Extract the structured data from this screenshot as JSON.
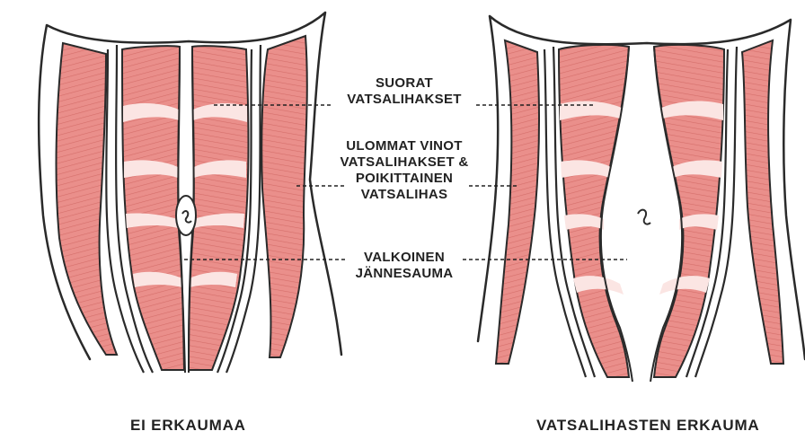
{
  "labels": {
    "rectus": [
      "SUORAT",
      "VATSALIHAKSET"
    ],
    "obliques": [
      "ULOMMAT VINOT",
      "VATSALIHAKSET &",
      "POIKITTAINEN",
      "VATSALIHAS"
    ],
    "linea_alba": [
      "VALKOINEN",
      "JÄNNESAUMA"
    ]
  },
  "captions": {
    "left": "EI ERKAUMAA",
    "right": "VATSALIHASTEN ERKAUMA"
  },
  "colors": {
    "muscle": "#e58a86",
    "muscle_light": "#f6cfcc",
    "outline": "#2a2a2a",
    "tendon": "#ffffff",
    "text": "#222222"
  }
}
